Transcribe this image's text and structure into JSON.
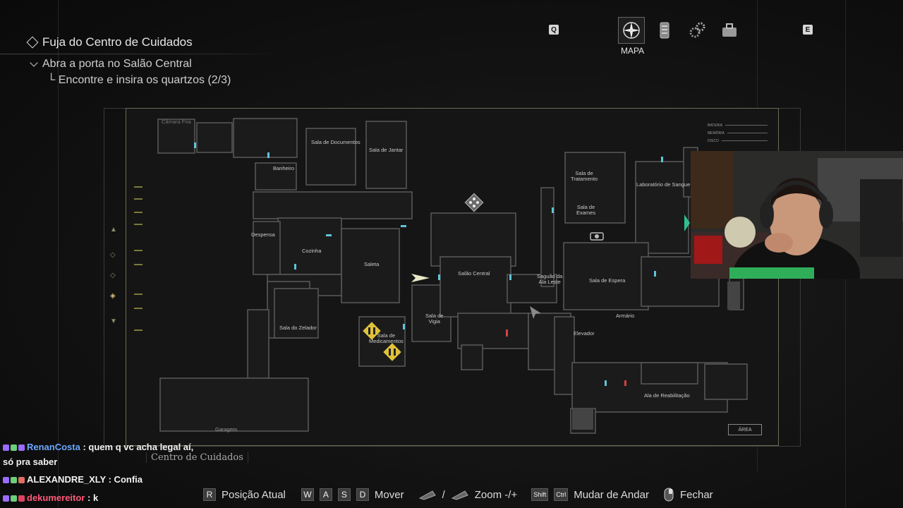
{
  "objectives": {
    "title": "Fuja do Centro de Cuidados",
    "step": "Abra a porta no Salão Central",
    "substep": "└ Encontre e insira os quartzos (2/3)"
  },
  "tabs": {
    "left_key": "Q",
    "right_key": "E",
    "active_label": "MAPA",
    "items": [
      {
        "name": "map",
        "icon": "compass-icon"
      },
      {
        "name": "files",
        "icon": "files-icon"
      },
      {
        "name": "upgrades",
        "icon": "gears-icon"
      },
      {
        "name": "inventory",
        "icon": "briefcase-icon"
      }
    ]
  },
  "map": {
    "area_name": "Centro de Cuidados",
    "area_button": "ÁREA",
    "legend": [
      "BATERIA",
      "MEMÓRIA",
      "DISCO"
    ],
    "rooms": {
      "camara_fria": "Câmara Fria",
      "sala_documentos": "Sala de Documentos",
      "sala_jantar": "Sala de Jantar",
      "banheiro": "Banheiro",
      "despensa": "Despensa",
      "cozinha": "Cozinha",
      "saleta": "Saleta",
      "salao_central": "Salão Central",
      "sala_vigia": "Sala de\nVigia",
      "sala_zelador": "Sala do Zelador",
      "sala_medicamentos": "Sala de\nMedicamentos",
      "garagem": "Garagem",
      "sala_tratamento": "Sala de\nTratamento",
      "sala_exames": "Sala de\nExames",
      "laboratorio_sangue": "Laboratório de Sangue",
      "saguao_ala_leste": "Saguão da\nAla Leste",
      "sala_espera": "Sala de Espera",
      "armario": "Armário",
      "elevador": "Elevador",
      "ala_reabilitacao": "Ala de Reabilitação"
    }
  },
  "chat": [
    {
      "user": "RenanCosta",
      "color": "#6aa7ff",
      "message": ": quem q vc acha legal aí,",
      "cont": "só pra saber"
    },
    {
      "user": "ALEXANDRE_XLY",
      "color": "#f2f2f2",
      "message": ": Confia"
    },
    {
      "user": "dekumereitor",
      "color": "#ff5a7a",
      "message": ": k"
    }
  ],
  "help": {
    "pos_key": "R",
    "pos_label": "Posição Atual",
    "move_keys": [
      "W",
      "A",
      "S",
      "D"
    ],
    "move_label": "Mover",
    "zoom_sep": "/",
    "zoom_label": "Zoom -/+",
    "floor_keys": [
      "Shift",
      "Ctrl"
    ],
    "floor_label": "Mudar de Andar",
    "close_label": "Fechar"
  },
  "colors": {
    "accent_yellow": "#e0c23a",
    "save_green": "#2fbf8f",
    "door_cyan": "#5fc4d8",
    "door_red": "#d64040"
  }
}
